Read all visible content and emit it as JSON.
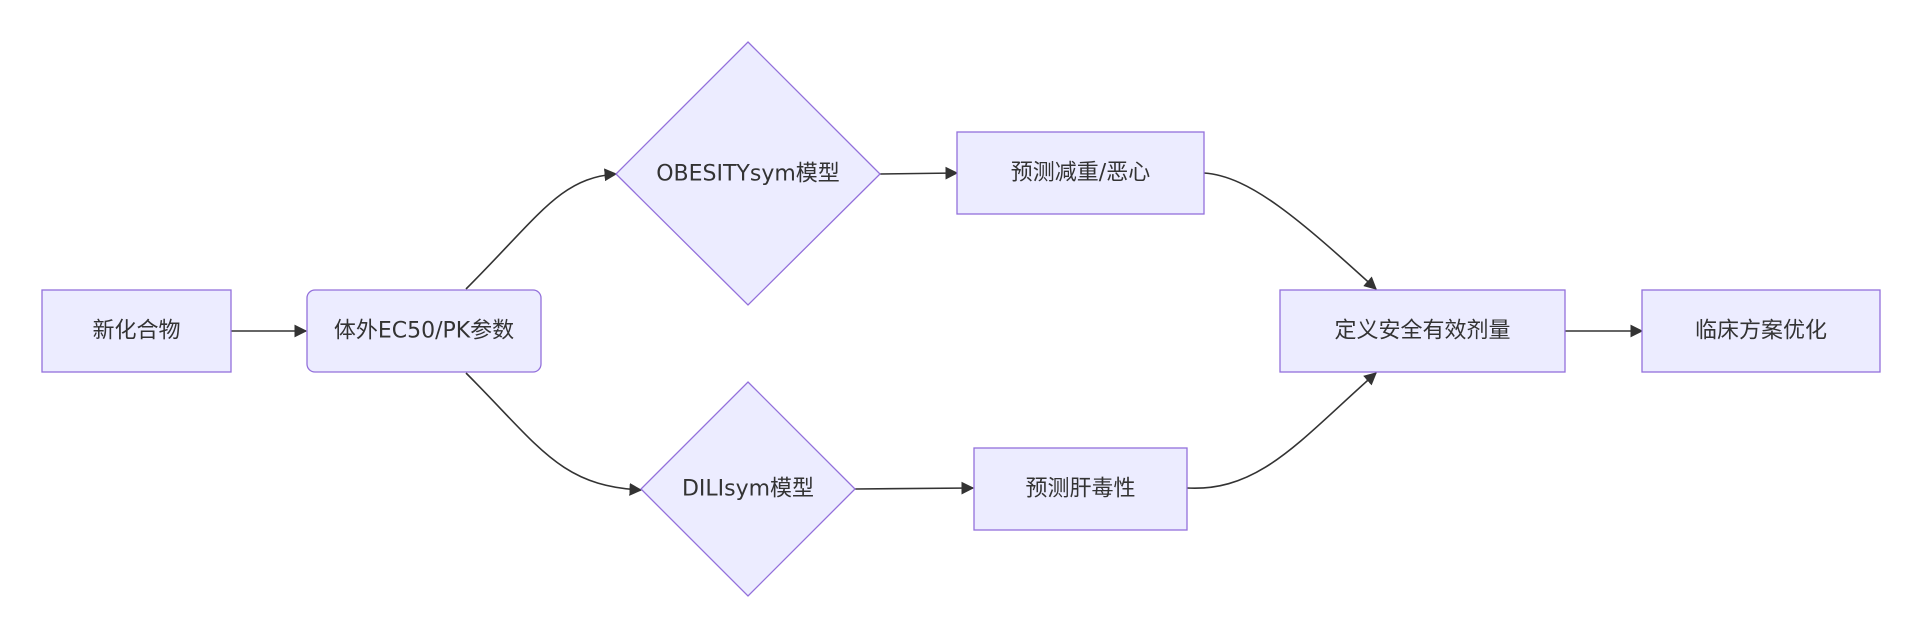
{
  "colors": {
    "node_fill": "#ECECFF",
    "node_stroke": "#9370DB",
    "edge": "#333333",
    "text": "#333333",
    "background": "#FFFFFF"
  },
  "nodes": {
    "new_compound": "新化合物",
    "in_vitro_params": "体外EC50/PK参数",
    "obesity_model": "OBESITYsym模型",
    "dili_model": "DILIsym模型",
    "predict_weight": "预测减重/恶心",
    "predict_liver": "预测肝毒性",
    "safe_dose": "定义安全有效剂量",
    "clinical": "临床方案优化"
  },
  "edges": [
    {
      "from": "new_compound",
      "to": "in_vitro_params"
    },
    {
      "from": "in_vitro_params",
      "to": "obesity_model"
    },
    {
      "from": "in_vitro_params",
      "to": "dili_model"
    },
    {
      "from": "obesity_model",
      "to": "predict_weight"
    },
    {
      "from": "dili_model",
      "to": "predict_liver"
    },
    {
      "from": "predict_weight",
      "to": "safe_dose"
    },
    {
      "from": "predict_liver",
      "to": "safe_dose"
    },
    {
      "from": "safe_dose",
      "to": "clinical"
    }
  ]
}
